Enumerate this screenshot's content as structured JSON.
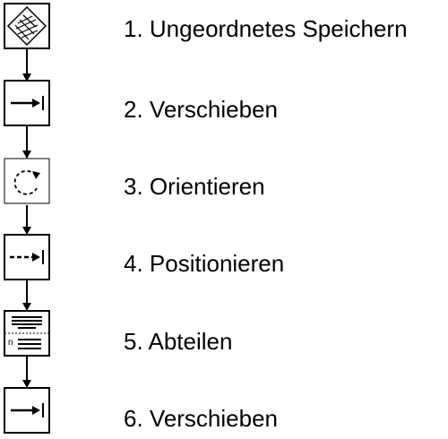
{
  "steps": [
    {
      "label": "1. Ungeordnetes Speichern",
      "icon": "unordered-storage-icon"
    },
    {
      "label": "2. Verschieben",
      "icon": "move-arrow-icon"
    },
    {
      "label": "3. Orientieren",
      "icon": "rotate-orient-icon"
    },
    {
      "label": "4. Positionieren",
      "icon": "position-dashed-arrow-icon"
    },
    {
      "label": "5. Abteilen",
      "icon": "divide-quantity-icon",
      "icon_text": "n"
    },
    {
      "label": "6. Verschieben",
      "icon": "move-arrow-icon"
    }
  ],
  "colors": {
    "stroke": "#000000",
    "background": "#ffffff",
    "text": "#000000"
  }
}
